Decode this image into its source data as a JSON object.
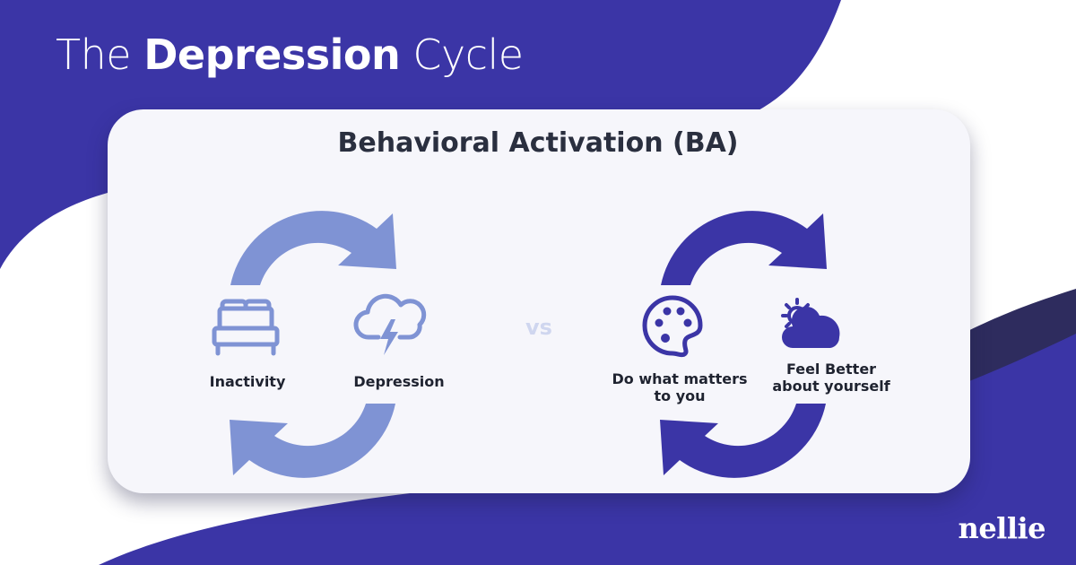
{
  "header": {
    "title_prefix": "The",
    "title_emphasis": "Depression",
    "title_suffix": "Cycle"
  },
  "card": {
    "title": "Behavioral Activation (BA)",
    "separator": "vs"
  },
  "cycles": [
    {
      "color": "#7f93d4",
      "left_label": "Inactivity",
      "right_label": "Depression",
      "left_icon": "bed-icon",
      "right_icon": "storm-cloud-icon"
    },
    {
      "color": "#3b35a6",
      "left_label_line1": "Do what matters",
      "left_label_line2": "to you",
      "right_label_line1": "Feel Better",
      "right_label_line2": "about yourself",
      "left_icon": "palette-icon",
      "right_icon": "sun-cloud-icon"
    }
  ],
  "brand": {
    "logo": "nellie",
    "primary_color": "#3b35a6",
    "dark_accent": "#2e2c5e"
  }
}
